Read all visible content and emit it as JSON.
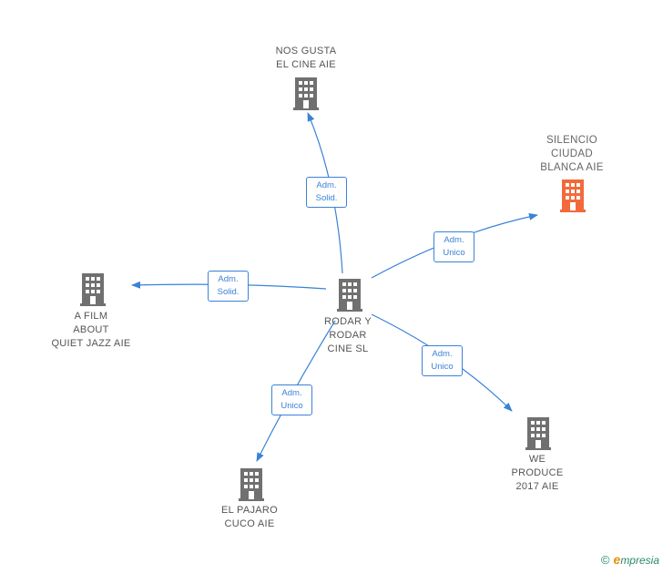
{
  "colors": {
    "node_gray": "#707070",
    "node_highlight": "#f26a3c",
    "edge_blue": "#3b82d6"
  },
  "nodes": {
    "center": {
      "label": "RODAR Y\nRODAR\nCINE  SL",
      "icon": "building-icon"
    },
    "nos_gusta": {
      "label": "NOS GUSTA\nEL CINE  AIE",
      "icon": "building-icon"
    },
    "silencio": {
      "label": "SILENCIO\nCIUDAD\nBLANCA AIE",
      "icon": "building-icon"
    },
    "a_film": {
      "label": "A FILM\nABOUT\nQUIET JAZZ AIE",
      "icon": "building-icon"
    },
    "we_produce": {
      "label": "WE\nPRODUCE\n2017 AIE",
      "icon": "building-icon"
    },
    "el_pajaro": {
      "label": "EL PAJARO\nCUCO  AIE",
      "icon": "building-icon"
    }
  },
  "edges": {
    "to_nos_gusta": "Adm.\nSolid.",
    "to_silencio": "Adm.\nUnico",
    "to_a_film": "Adm.\nSolid.",
    "to_we_produce": "Adm.\nUnico",
    "to_el_pajaro": "Adm.\nUnico"
  },
  "footer": {
    "copyright": "©",
    "brand_e": "e",
    "brand_rest": "mpresia"
  }
}
